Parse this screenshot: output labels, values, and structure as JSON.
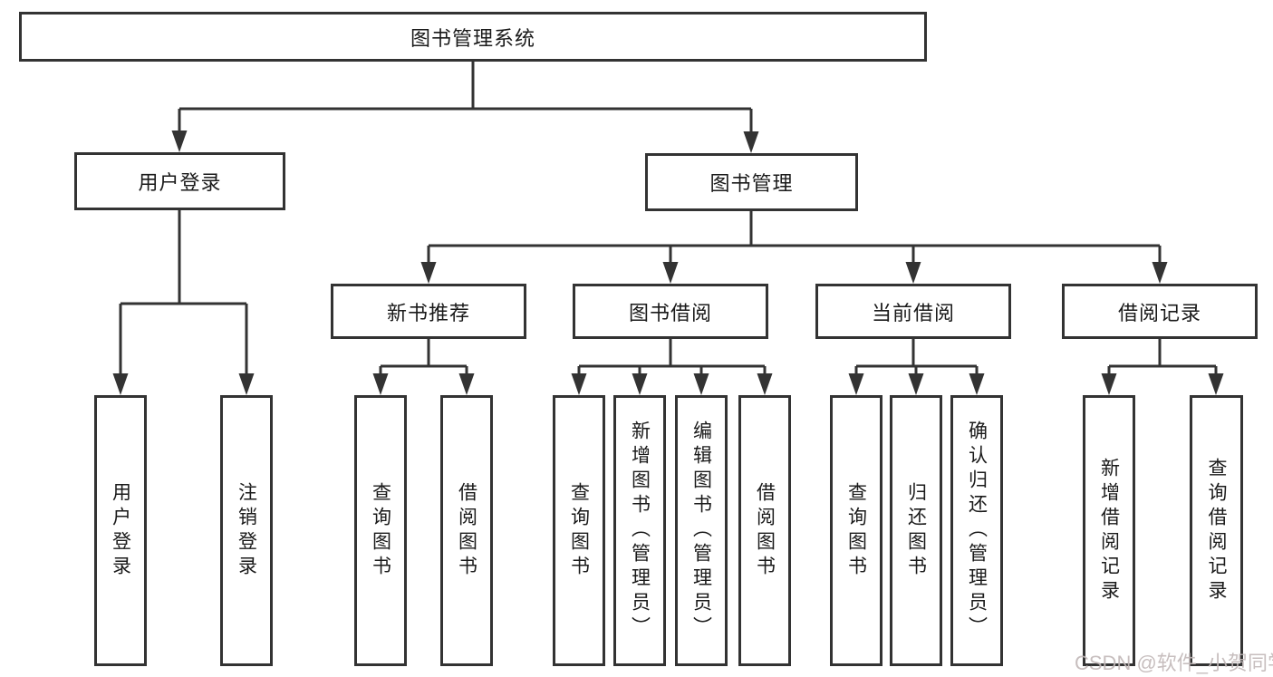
{
  "diagram": {
    "root": "图书管理系统",
    "level2": [
      "用户登录",
      "图书管理"
    ],
    "level3": [
      "新书推荐",
      "图书借阅",
      "当前借阅",
      "借阅记录"
    ],
    "leaves": {
      "user_login": [
        "用户登录",
        "注销登录"
      ],
      "new_books": [
        "查询图书",
        "借阅图书"
      ],
      "book_borrow": [
        "查询图书",
        "新增图书（管理员）",
        "编辑图书（管理员）",
        "借阅图书"
      ],
      "current_borrow": [
        "查询图书",
        "归还图书",
        "确认归还（管理员）"
      ],
      "borrow_records": [
        "新增借阅记录",
        "查询借阅记录"
      ]
    }
  },
  "watermark": {
    "text": "CSDN @软件_小贺同学"
  },
  "colors": {
    "line": "#333333",
    "text": "#1a1a1a",
    "watermark": "#c1b8b8",
    "background": "#ffffff"
  }
}
